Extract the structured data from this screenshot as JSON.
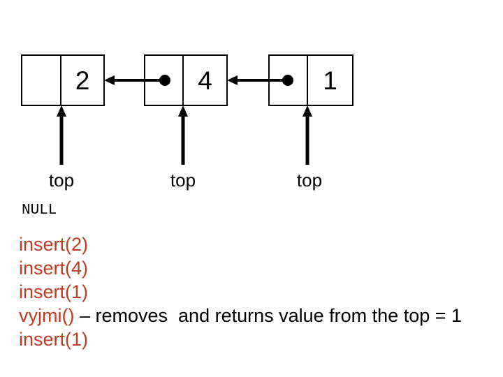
{
  "diagram": {
    "type": "singly-linked-list-stack",
    "colors": {
      "stroke": "#000000",
      "text": "#000000",
      "accent_red": "#BF3A22",
      "background": "#FFFFFF"
    },
    "nodes": [
      {
        "value": "2",
        "pointer_dot": false,
        "top_label": "top"
      },
      {
        "value": "4",
        "pointer_dot": true,
        "top_label": "top"
      },
      {
        "value": "1",
        "pointer_dot": true,
        "top_label": "top"
      }
    ],
    "null_label": "NULL"
  },
  "operations": [
    {
      "call": "insert(2)",
      "description": ""
    },
    {
      "call": "insert(4)",
      "description": ""
    },
    {
      "call": "insert(1)",
      "description": ""
    },
    {
      "call": "vyjmi()",
      "description": " – removes  and returns value from the top = 1"
    },
    {
      "call": "insert(1)",
      "description": ""
    }
  ]
}
